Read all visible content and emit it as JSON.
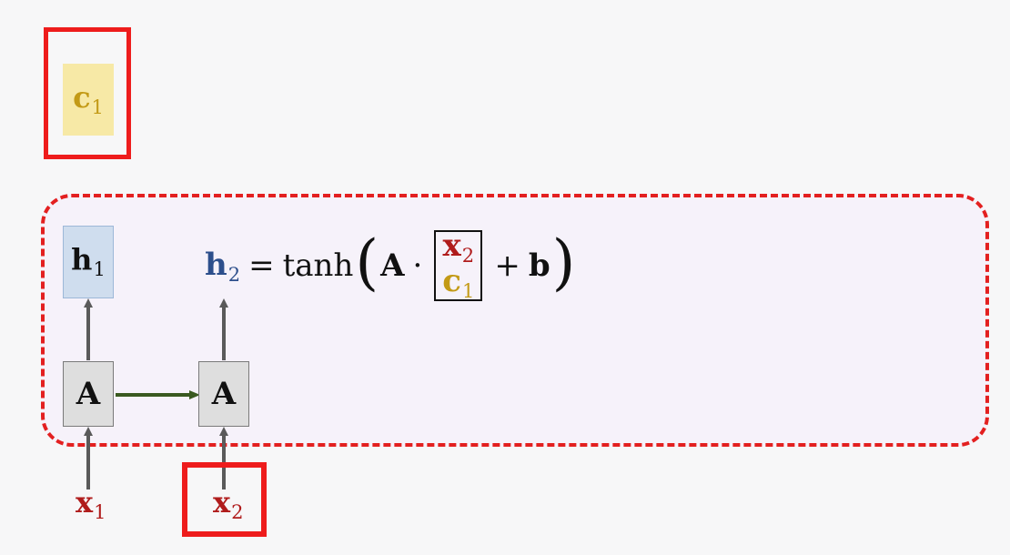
{
  "c1": {
    "base": "c",
    "sub": "1"
  },
  "h1": {
    "base": "h",
    "sub": "1"
  },
  "x1": {
    "base": "x",
    "sub": "1"
  },
  "x2": {
    "base": "x",
    "sub": "2"
  },
  "cells": [
    "A",
    "A"
  ],
  "equation": {
    "lhs_base": "h",
    "lhs_sub": "2",
    "equals": "=",
    "func": "tanh",
    "matrix_symbol": "A",
    "dot": "·",
    "vec_top_base": "x",
    "vec_top_sub": "2",
    "vec_bottom_base": "c",
    "vec_bottom_sub": "1",
    "plus": "+",
    "bias": "b",
    "open_paren": "(",
    "close_paren": ")"
  },
  "colors": {
    "highlight_red": "#ee1c1c",
    "dashed_red": "#e32020",
    "x_color": "#b01c1c",
    "c_color": "#c39a16",
    "h_color": "#2d4f8c",
    "c_box_fill": "#f7e9a6",
    "h_box_fill": "#cfddee",
    "cell_fill": "#dedede",
    "recurrent_arrow": "#3a5a20",
    "arrow_gray": "#5a5a5a"
  }
}
